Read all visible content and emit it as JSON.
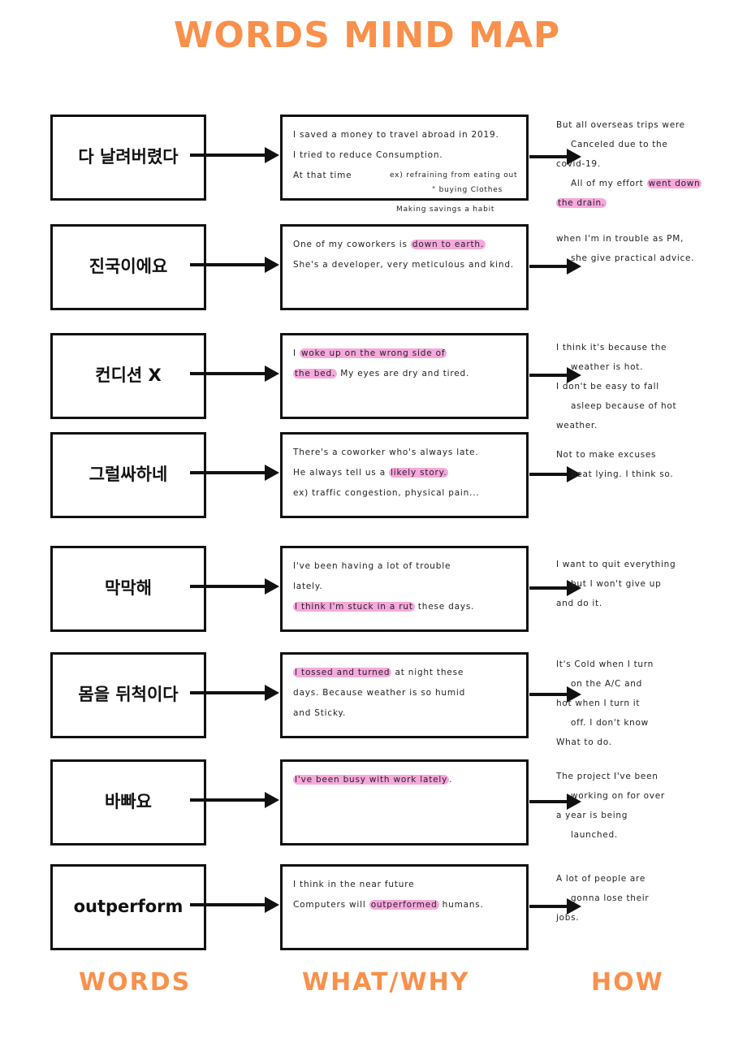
{
  "title": "WORDS MIND MAP",
  "accent_color": "#f9904b",
  "highlight_color": "#f7a8dd",
  "rows": [
    {
      "word": "다 날려버렸다",
      "what": [
        {
          "a": "I  saved  a money  to  travel  abroad  in 2019.",
          "h": "",
          "b": ""
        },
        {
          "a": "I  tried  to  reduce  Consumption.",
          "h": "",
          "b": ""
        },
        {
          "a": "At  that  time",
          "h": "",
          "b": ""
        }
      ],
      "extra": [
        "ex) refraining  from  eating  out",
        "\"      buying  Clothes",
        "Making  savings  a  habit"
      ],
      "how": [
        {
          "a": "But  all  overseas  trips  were",
          "h": "",
          "b": ""
        },
        {
          "a": "Canceled  due  to  the",
          "h": "",
          "b": ""
        },
        {
          "a": "covid-19.",
          "h": "",
          "b": ""
        },
        {
          "a": "All  of  my  effort  ",
          "h": "went  down",
          "b": ""
        },
        {
          "a": "",
          "h": "the  drain.",
          "b": ""
        }
      ]
    },
    {
      "word": "진국이에요",
      "what": [
        {
          "a": "One  of  my  coworkers  is  ",
          "h": "down  to  earth.",
          "b": ""
        },
        {
          "a": "She's  a  developer,  very  meticulous  and  kind.",
          "h": "",
          "b": ""
        }
      ],
      "how": [
        {
          "a": "when  I'm  in  trouble  as  PM,",
          "h": "",
          "b": ""
        },
        {
          "a": "she  give  practical  advice.",
          "h": "",
          "b": ""
        }
      ]
    },
    {
      "word": "컨디션 X",
      "what": [
        {
          "a": "I  ",
          "h": "woke  up  on  the  wrong  side  of",
          "b": ""
        },
        {
          "a": "",
          "h": "the  bed.",
          "b": "   My  eyes  are  dry  and  tired."
        }
      ],
      "how": [
        {
          "a": "I  think  it's  because  the",
          "h": "",
          "b": ""
        },
        {
          "a": "weather  is  hot.",
          "h": "",
          "b": ""
        },
        {
          "a": "I  don't  be  easy  to  fall",
          "h": "",
          "b": ""
        },
        {
          "a": "asleep  because  of  hot",
          "h": "",
          "b": ""
        },
        {
          "a": "weather.",
          "h": "",
          "b": ""
        }
      ]
    },
    {
      "word": "그럴싸하네",
      "what": [
        {
          "a": "There's  a  coworker  who's  always  late.",
          "h": "",
          "b": ""
        },
        {
          "a": "He  always  tell  us  a  ",
          "h": "likely  story.",
          "b": ""
        },
        {
          "a": "ex) traffic  congestion,  physical  pain...",
          "h": "",
          "b": ""
        }
      ],
      "how": [
        {
          "a": "Not  to  make  excuses",
          "h": "",
          "b": ""
        },
        {
          "a": "beat  lying.  I  think  so.",
          "h": "",
          "b": ""
        }
      ]
    },
    {
      "word": "막막해",
      "what": [
        {
          "a": "I've  been  having  a  lot  of  trouble",
          "h": "",
          "b": ""
        },
        {
          "a": "lately.",
          "h": "",
          "b": ""
        },
        {
          "a": "",
          "h": "I  think  I'm  stuck  in  a  rut",
          "b": "  these days."
        }
      ],
      "how": [
        {
          "a": "I  want  to  quit  everything",
          "h": "",
          "b": ""
        },
        {
          "a": "but  I  won't  give  up",
          "h": "",
          "b": ""
        },
        {
          "a": "and  do  it.",
          "h": "",
          "b": ""
        }
      ]
    },
    {
      "word": "몸을 뒤척이다",
      "what": [
        {
          "a": "",
          "h": "I  tossed  and  turned",
          "b": "  at  night  these"
        },
        {
          "a": "days.  Because  weather  is  so  humid",
          "h": "",
          "b": ""
        },
        {
          "a": "and  Sticky.",
          "h": "",
          "b": ""
        }
      ],
      "how": [
        {
          "a": "It's  Cold  when  I  turn",
          "h": "",
          "b": ""
        },
        {
          "a": "on  the  A/C  and",
          "h": "",
          "b": ""
        },
        {
          "a": "hot  when  I  turn  it",
          "h": "",
          "b": ""
        },
        {
          "a": "off.  I  don't  know",
          "h": "",
          "b": ""
        },
        {
          "a": "What  to  do.",
          "h": "",
          "b": ""
        }
      ]
    },
    {
      "word": "바빠요",
      "what": [
        {
          "a": "",
          "h": "I've  been  busy  with  work  lately",
          "b": "."
        }
      ],
      "how": [
        {
          "a": "The  project  I've  been",
          "h": "",
          "b": ""
        },
        {
          "a": "working  on  for  over",
          "h": "",
          "b": ""
        },
        {
          "a": "a  year  is  being",
          "h": "",
          "b": ""
        },
        {
          "a": "launched.",
          "h": "",
          "b": ""
        }
      ]
    },
    {
      "word": "outperform",
      "what": [
        {
          "a": "I  think  in  the  near  future",
          "h": "",
          "b": ""
        },
        {
          "a": "Computers  will  ",
          "h": "outperformed",
          "b": "  humans."
        }
      ],
      "how": [
        {
          "a": "A  lot  of  people  are",
          "h": "",
          "b": ""
        },
        {
          "a": "gonna  lose  their",
          "h": "",
          "b": ""
        },
        {
          "a": "jobs.",
          "h": "",
          "b": ""
        }
      ]
    }
  ],
  "footer": {
    "words": "WORDS",
    "what_why": "WHAT/WHY",
    "how": "HOW"
  }
}
